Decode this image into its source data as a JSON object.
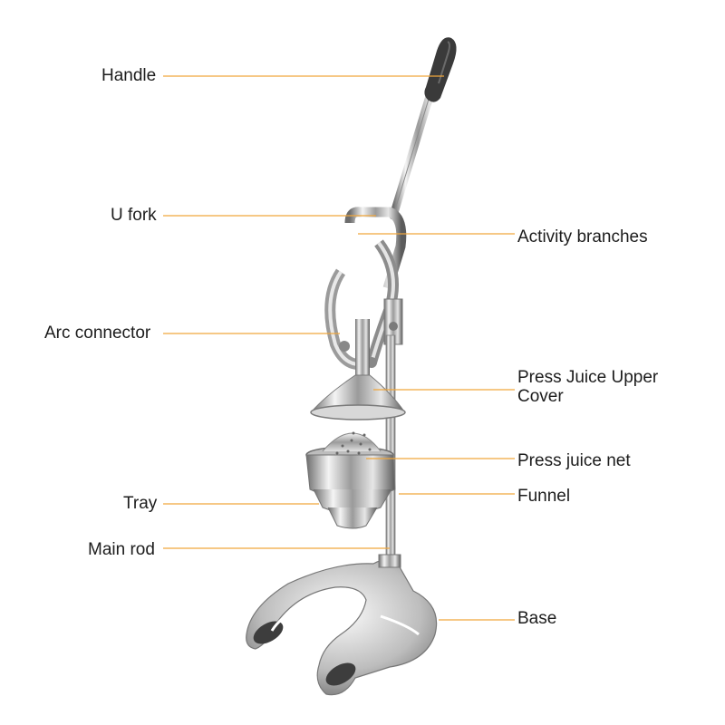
{
  "leader_color": "#f0a63c",
  "labels": {
    "handle": "Handle",
    "u_fork": "U fork",
    "activity_branches": "Activity branches",
    "arc_connector": "Arc connector",
    "press_juice_upper_cover": "Press Juice Upper Cover",
    "press_juice_net": "Press juice net",
    "funnel": "Funnel",
    "tray": "Tray",
    "main_rod": "Main rod",
    "base": "Base"
  }
}
